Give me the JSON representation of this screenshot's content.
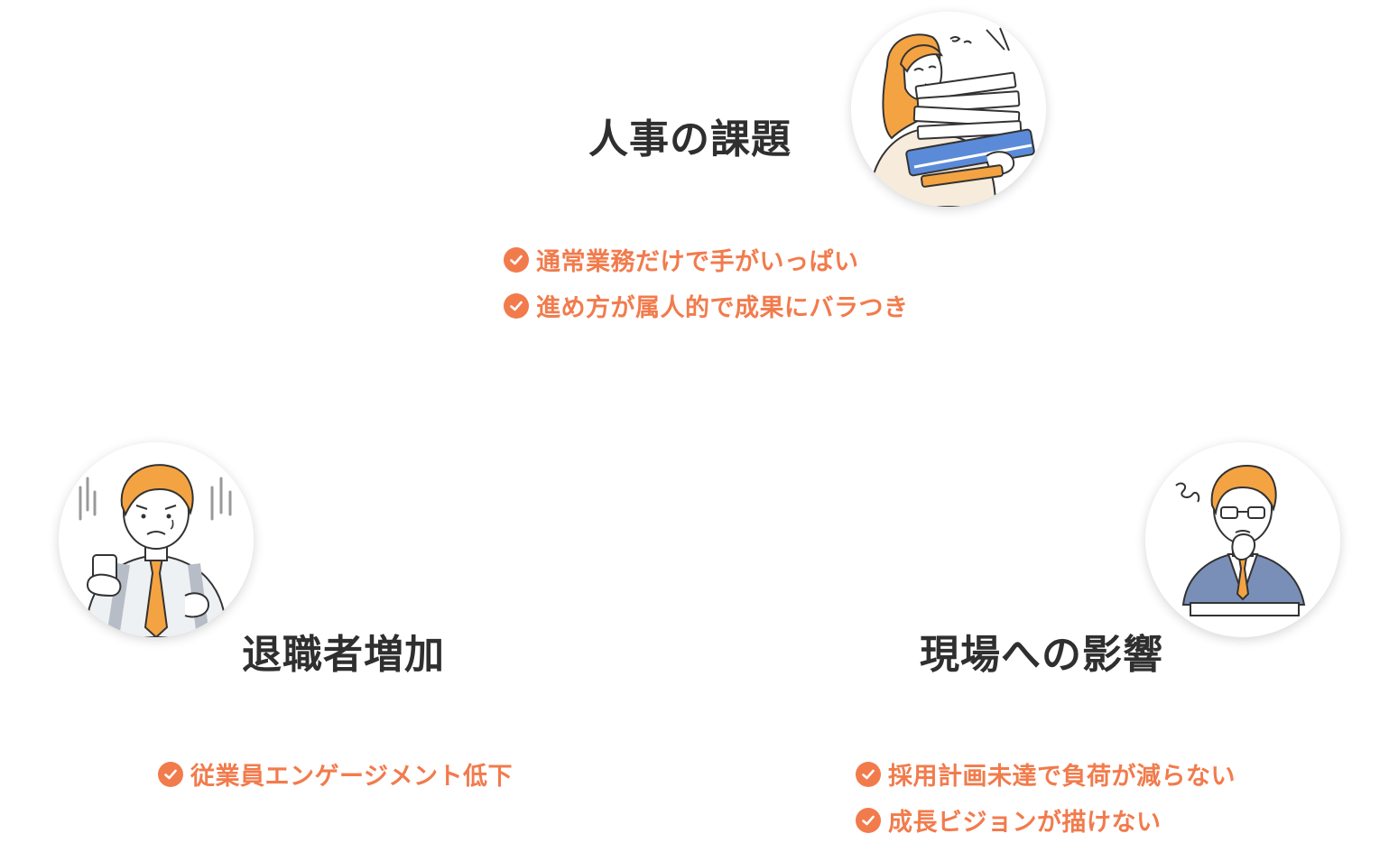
{
  "colors": {
    "accent": "#f27b4c",
    "title_text": "#2f2f2f",
    "illustration_orange": "#f4a343",
    "illustration_blue": "#5b8bd8",
    "suit_gray": "#7a8fb8"
  },
  "sections": {
    "hr_issues": {
      "title": "人事の課題",
      "icon": "overwhelmed-hr-worker-icon",
      "items": [
        {
          "label": "通常業務だけで手がいっぱい"
        },
        {
          "label": "進め方が属人的で成果にバラつき"
        }
      ]
    },
    "turnover": {
      "title": "退職者増加",
      "icon": "worried-employee-icon",
      "items": [
        {
          "label": "従業員エンゲージメント低下"
        }
      ]
    },
    "field_impact": {
      "title": "現場への影響",
      "icon": "troubled-manager-icon",
      "items": [
        {
          "label": "採用計画未達で負荷が減らない"
        },
        {
          "label": "成長ビジョンが描けない"
        }
      ]
    }
  }
}
